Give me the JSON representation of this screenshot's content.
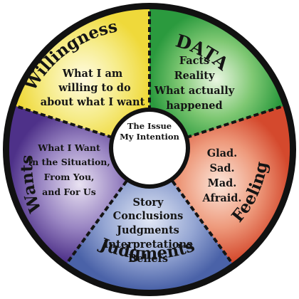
{
  "center": {
    "line1": "The Issue",
    "line2": "My Intention"
  },
  "segments": [
    {
      "id": "data",
      "title": "DATA",
      "lines": [
        "Facts",
        "Reality",
        "What actually",
        "happened"
      ],
      "color": "#3aa648"
    },
    {
      "id": "feelings",
      "title": "Feelings",
      "lines": [
        "Glad.",
        "Sad.",
        "Mad.",
        "Afraid."
      ],
      "color": "#d8593a"
    },
    {
      "id": "judgments",
      "title": "Judgments",
      "lines": [
        "Story",
        "Conclusions",
        "Judgments",
        "Interpretations",
        "Beliefs"
      ],
      "color": "#5a72b4"
    },
    {
      "id": "wants",
      "title": "Wants",
      "lines": [
        "What I Want",
        "In the Situation,",
        "From You,",
        "and For Us"
      ],
      "color": "#5b3f95"
    },
    {
      "id": "willingness",
      "title": "Willingness",
      "lines": [
        "What I am",
        "willing to do",
        "about what I want"
      ],
      "color": "#f1e14e"
    }
  ]
}
